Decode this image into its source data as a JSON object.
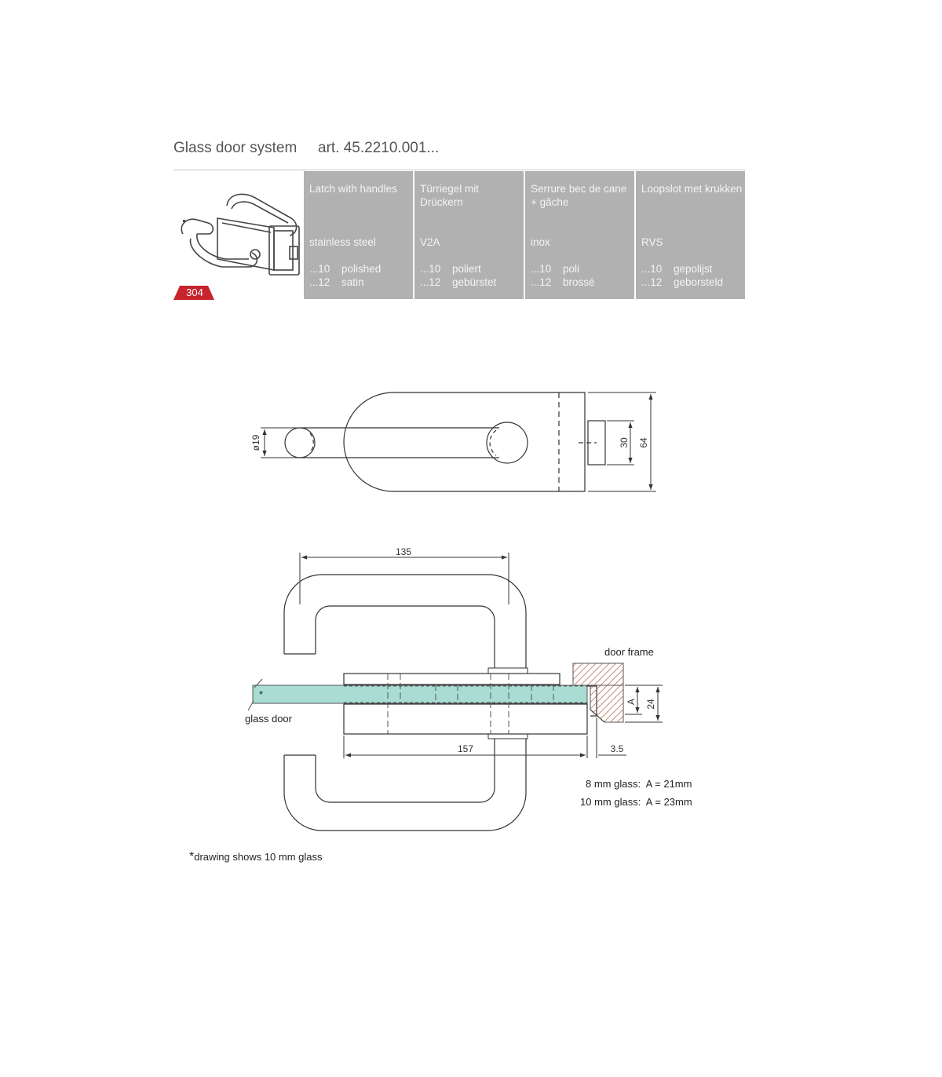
{
  "header": {
    "title": "Glass door system",
    "article": "art. 45.2210.001..."
  },
  "badge": "304",
  "languages": [
    {
      "name": "Latch with handles",
      "material": "stainless steel",
      "finishes": [
        {
          "code": "...10",
          "label": "polished"
        },
        {
          "code": "...12",
          "label": "satin"
        }
      ]
    },
    {
      "name": "Türriegel mit Drückern",
      "material": "V2A",
      "finishes": [
        {
          "code": "...10",
          "label": "poliert"
        },
        {
          "code": "...12",
          "label": "gebürstet"
        }
      ]
    },
    {
      "name": "Serrure bec de cane + gâche",
      "material": "inox",
      "finishes": [
        {
          "code": "...10",
          "label": "poli"
        },
        {
          "code": "...12",
          "label": "brossé"
        }
      ]
    },
    {
      "name": "Loopslot met krukken",
      "material": "RVS",
      "finishes": [
        {
          "code": "...10",
          "label": "gepolijst"
        },
        {
          "code": "...12",
          "label": "geborsteld"
        }
      ]
    }
  ],
  "top_view": {
    "dim_diameter": "ø19",
    "dim_height": "30",
    "dim_total": "64"
  },
  "side_view": {
    "dim_width": "135",
    "dim_length": "157",
    "dim_gap": "3.5",
    "dim_frame": "24",
    "dim_a": "A",
    "glass_marker": "*",
    "label_frame": "door frame",
    "label_glass": "glass door",
    "notes": [
      "8 mm glass:  A = 21mm",
      "10 mm glass:  A = 23mm"
    ]
  },
  "footnote": {
    "star": "*",
    "text": "drawing shows 10 mm glass"
  },
  "colors": {
    "band": "#b1b1b1",
    "badge": "#c8242d",
    "glass": "#a9dcd2",
    "frame_hatch": "#b5643c"
  }
}
